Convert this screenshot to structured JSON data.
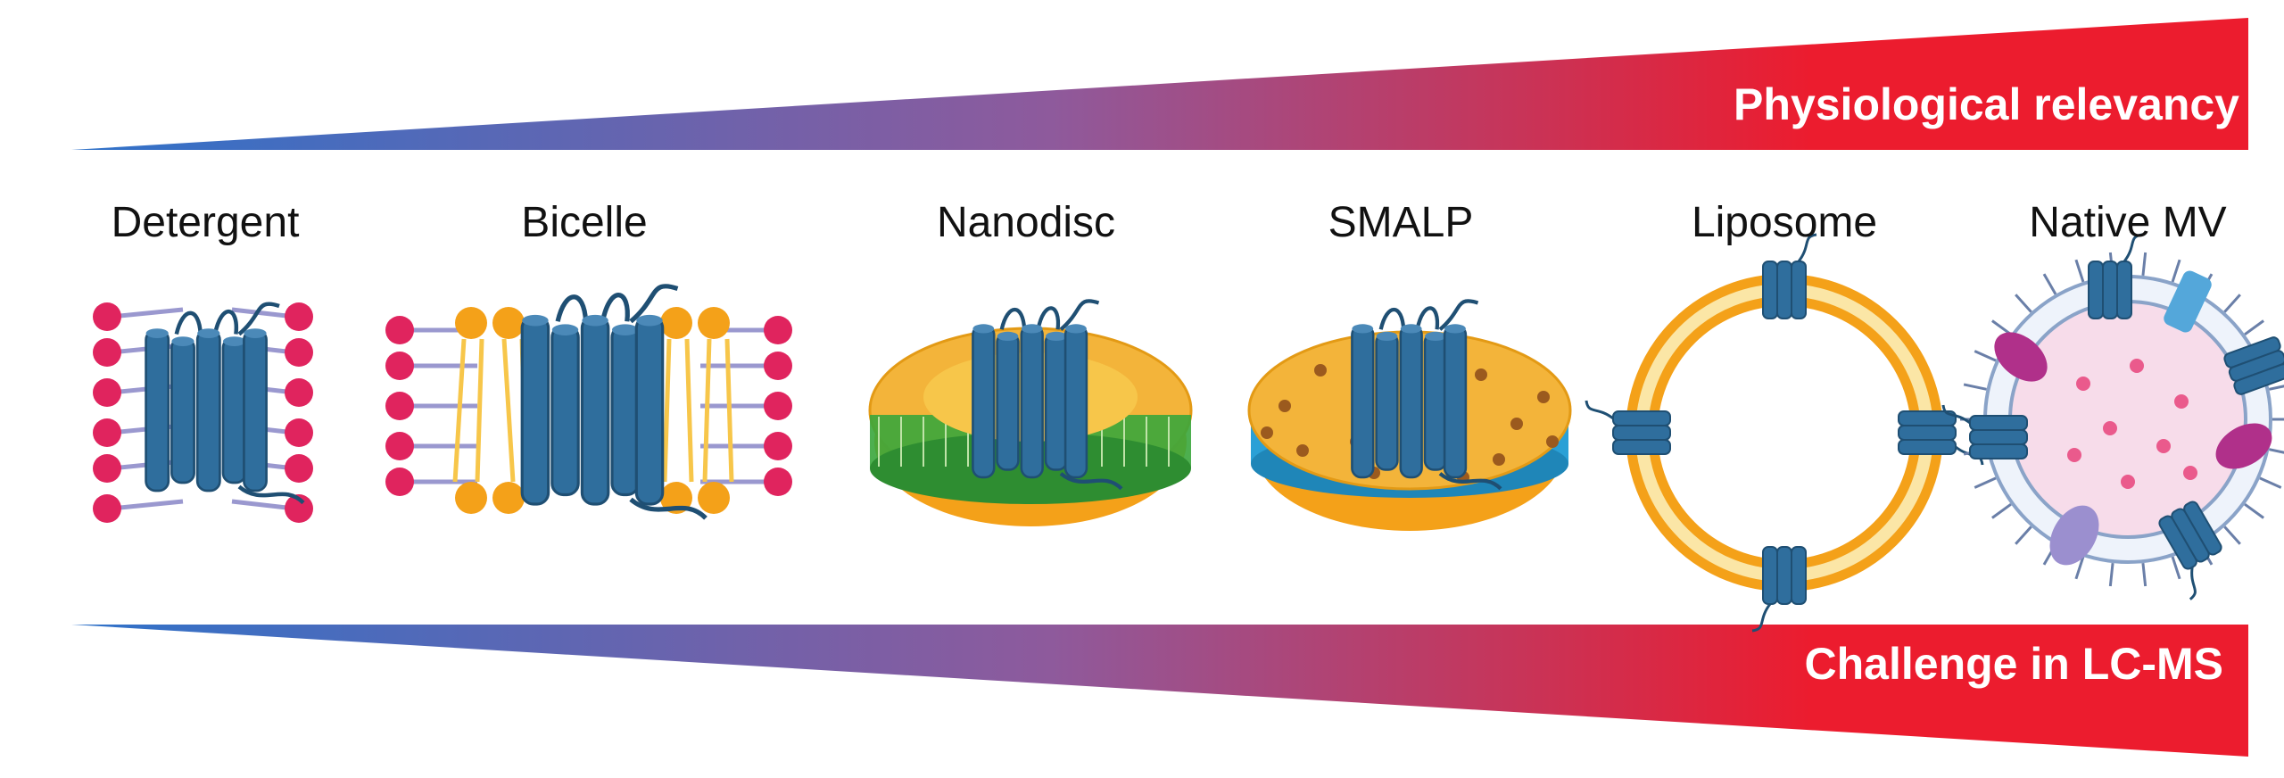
{
  "wedges": {
    "top": {
      "label": "Physiological relevancy"
    },
    "bottom": {
      "label": "Challenge in LC-MS"
    },
    "colors": {
      "start": "#2f72c9",
      "mid": "#8e5a9c",
      "end": "#ec1c2e"
    }
  },
  "systems": [
    {
      "id": "detergent",
      "label": "Detergent"
    },
    {
      "id": "bicelle",
      "label": "Bicelle"
    },
    {
      "id": "nanodisc",
      "label": "Nanodisc"
    },
    {
      "id": "smalp",
      "label": "SMALP"
    },
    {
      "id": "liposome",
      "label": "Liposome"
    },
    {
      "id": "native-mv",
      "label": "Native MV"
    }
  ],
  "colors": {
    "protein": "#2f6e9d",
    "protein_dark": "#1f4f73",
    "detergent_head": "#e0245e",
    "lipid_tail": "#9a98cf",
    "lipid_head": "#f4a119",
    "lipid_head_light": "#f7c64a",
    "scaffold_green": "#3aa63c",
    "smalp_blue": "#2aa0d6",
    "smalp_dot": "#9b5a1e",
    "mv_core": "#f7dcea",
    "mv_dot": "#ea5a8c",
    "mv_magenta": "#b0308a",
    "mv_lavender": "#9b8fcf",
    "mv_light_blue": "#54a7da"
  }
}
